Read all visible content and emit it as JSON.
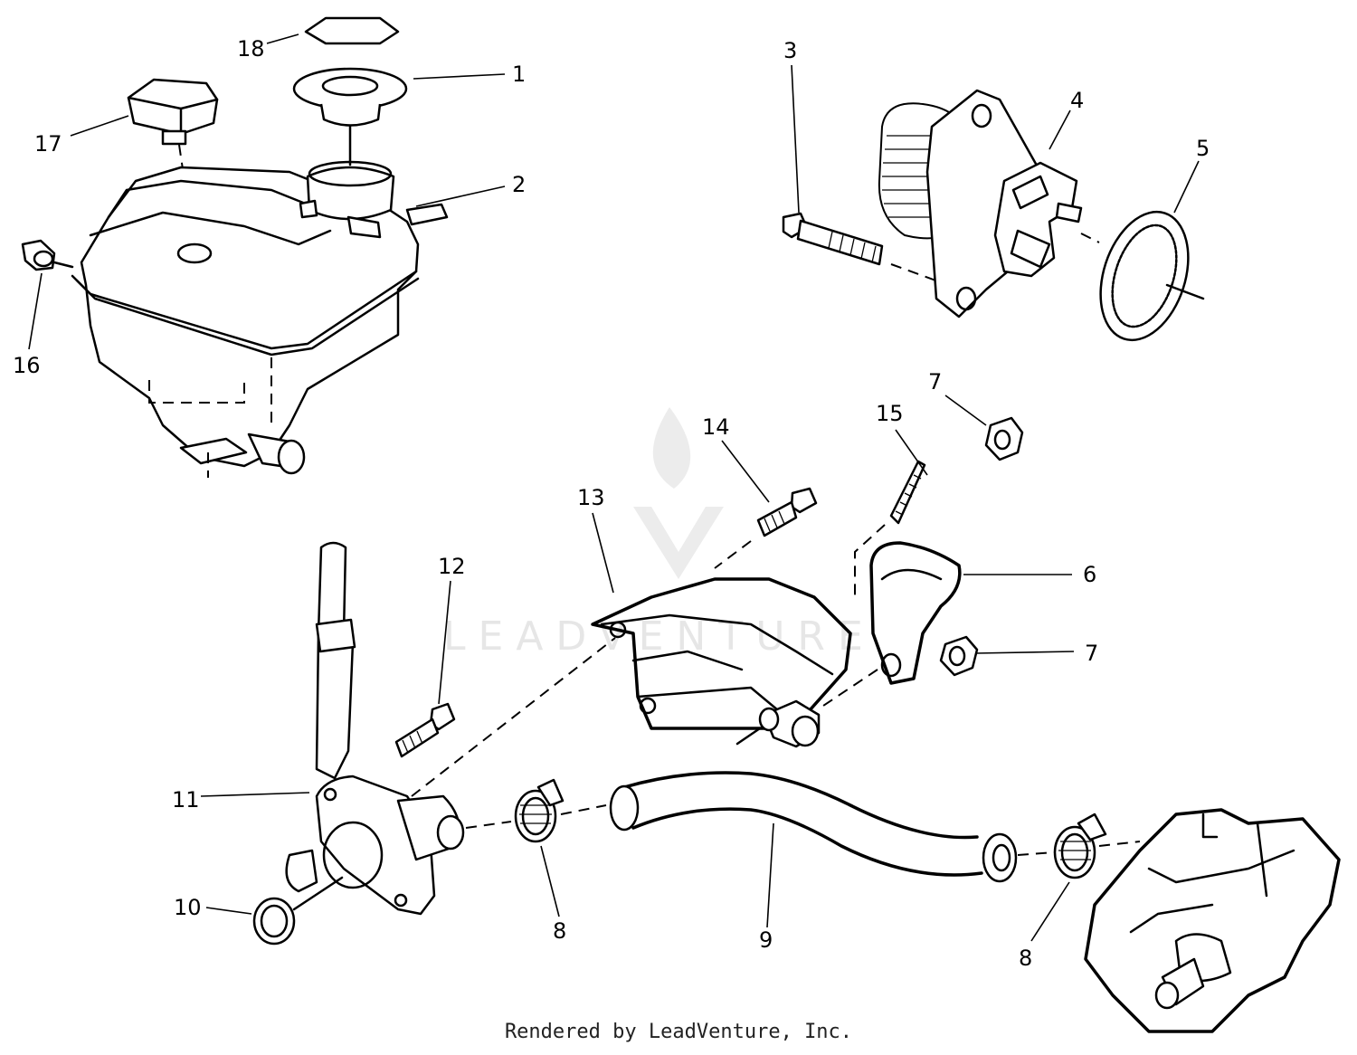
{
  "callouts": {
    "c1": "1",
    "c2": "2",
    "c3": "3",
    "c4": "4",
    "c5": "5",
    "c6": "6",
    "c7a": "7",
    "c7b": "7",
    "c8a": "8",
    "c8b": "8",
    "c9": "9",
    "c10": "10",
    "c11": "11",
    "c12": "12",
    "c13": "13",
    "c14": "14",
    "c15": "15",
    "c16": "16",
    "c17": "17",
    "c18": "18"
  },
  "watermark": {
    "text": "LEADVENTURE"
  },
  "footer": {
    "credit": "Rendered by LeadVenture, Inc."
  }
}
